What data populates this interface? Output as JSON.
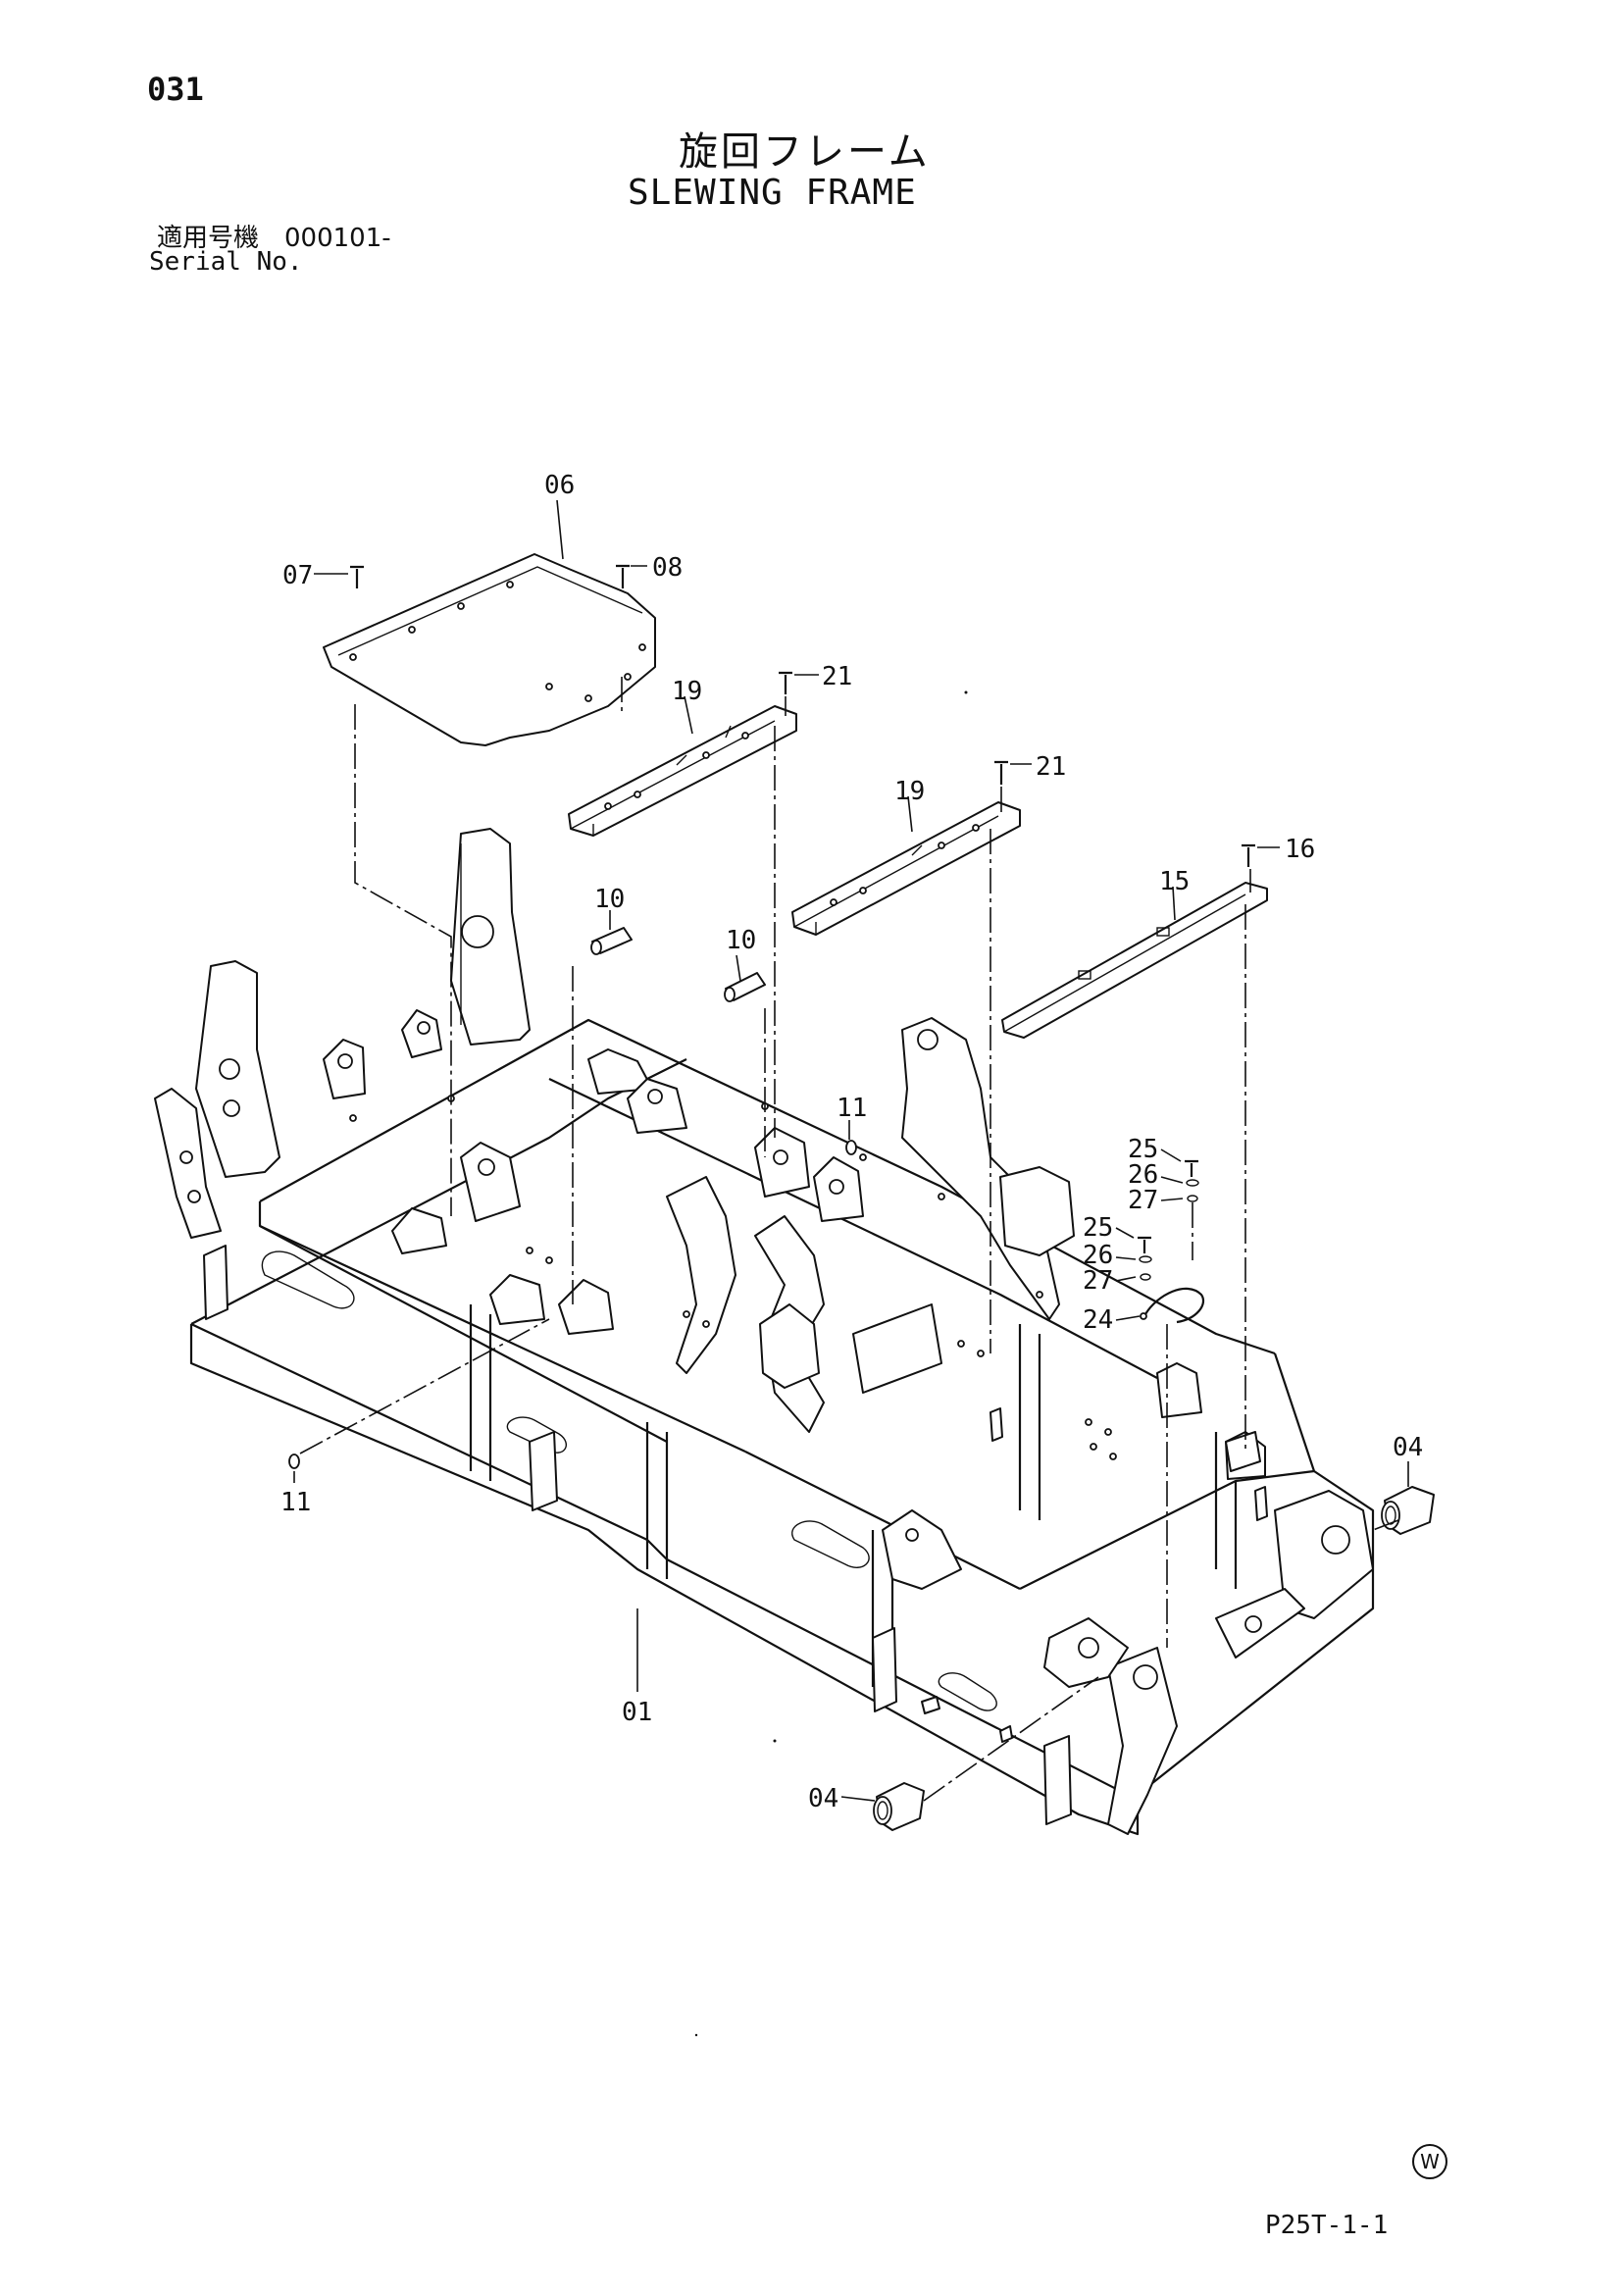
{
  "header": {
    "page_number": "031",
    "title_ja": "旋回フレーム",
    "title_en": "SLEWING FRAME",
    "serial_label_ja": "適用号機　000101-",
    "serial_label_en": "Serial No."
  },
  "callouts": {
    "c06": "06",
    "c07": "07",
    "c08": "08",
    "c19a": "19",
    "c21a": "21",
    "c19b": "19",
    "c21b": "21",
    "c16": "16",
    "c15": "15",
    "c10a": "10",
    "c10b": "10",
    "c11a": "11",
    "c11b": "11",
    "c25a": "25",
    "c26a": "26",
    "c27a": "27",
    "c25b": "25",
    "c26b": "26",
    "c27b": "27",
    "c24": "24",
    "c04a": "04",
    "c04b": "04",
    "c01": "01"
  },
  "footer": {
    "mark": "W",
    "page_code": "P25T-1-1"
  }
}
